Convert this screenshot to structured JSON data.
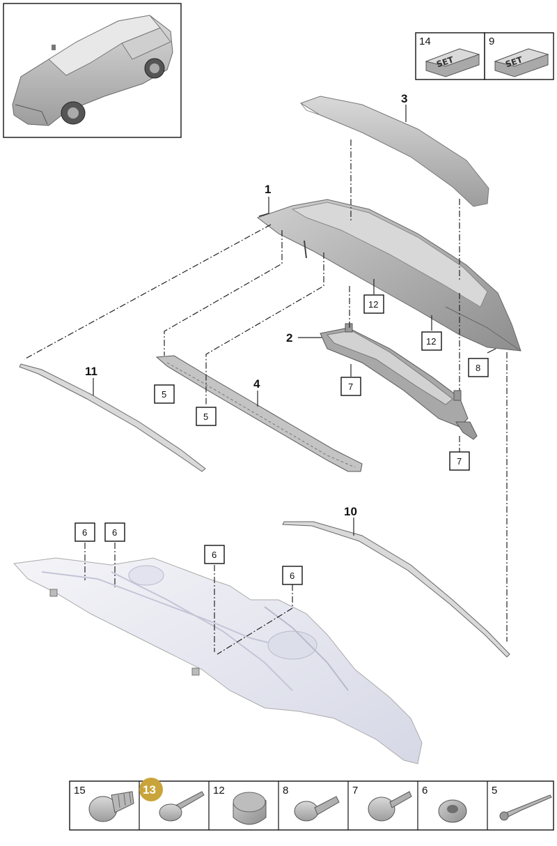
{
  "callouts": {
    "c1": "1",
    "c2": "2",
    "c3": "3",
    "c4": "4",
    "c10": "10",
    "c11": "11",
    "b5a": "5",
    "b5b": "5",
    "b6a": "6",
    "b6b": "6",
    "b6c": "6",
    "b6d": "6",
    "b7a": "7",
    "b7b": "7",
    "b8": "8",
    "b12a": "12",
    "b12b": "12"
  },
  "sets": [
    {
      "number": "14",
      "label": "SET"
    },
    {
      "number": "9",
      "label": "SET"
    }
  ],
  "fasteners": [
    {
      "number": "15"
    },
    {
      "number": "13",
      "highlighted": true
    },
    {
      "number": "12"
    },
    {
      "number": "8"
    },
    {
      "number": "7"
    },
    {
      "number": "6"
    },
    {
      "number": "5"
    }
  ],
  "colors": {
    "highlight": "#c9a43a",
    "part_fill": "#bdbdbd",
    "body_fill": "#e6e7f0"
  }
}
